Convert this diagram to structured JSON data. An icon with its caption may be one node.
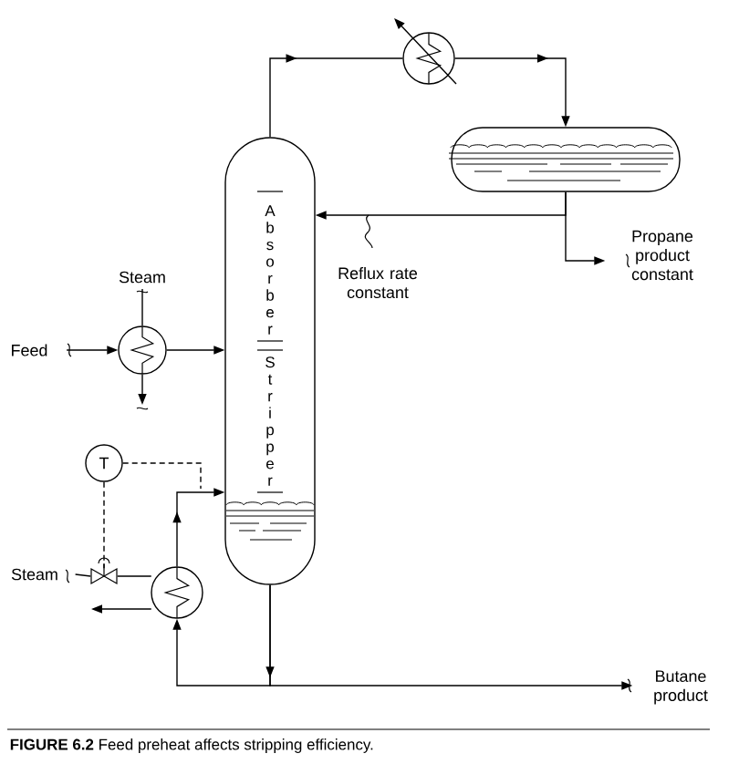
{
  "diagram": {
    "caption": "**FIGURE 6.2** Feed preheat affects stripping efficiency.",
    "nodes": [
      {
        "text": [
          "Absorber",
          "Stripper"
        ]
      },
      {
        "text": [],
        "shape": "circle"
      },
      {
        "text": [],
        "shape": "cylinder"
      },
      {
        "text": [],
        "shape": "circle"
      },
      {
        "text": [],
        "shape": "circle"
      },
      {
        "text": [
          "T"
        ]
      },
      {
        "text": [],
        "shape": "valve"
      },
      {
        "text": [
          "Feed"
        ]
      },
      {
        "text": [
          "Steam"
        ]
      },
      {
        "text": [
          "Steam"
        ]
      },
      {
        "text": [
          "Propane product constant"
        ]
      },
      {
        "text": [
          "Butane product"
        ]
      }
    ],
    "edges": [
      {
        "from": 0,
        "to": 1,
        "arrow": "to"
      },
      {
        "from": 1,
        "to": 2,
        "arrow": "to"
      },
      {
        "from": 2,
        "to": 0,
        "arrow": "to",
        "label": "Reflux rate constant"
      },
      {
        "from": 2,
        "to": 10,
        "arrow": "to"
      },
      {
        "from": 7,
        "to": 3,
        "arrow": "to"
      },
      {
        "from": 3,
        "to": 0,
        "arrow": "to"
      },
      {
        "from": 8,
        "to": 3,
        "arrow": "none"
      },
      {
        "from": 3,
        "to": null,
        "arrow": "to"
      },
      {
        "from": 5,
        "to": null,
        "arrow": "none",
        "style": "dashed"
      },
      {
        "from": 5,
        "to": 6,
        "arrow": "none",
        "style": "dashed"
      },
      {
        "from": 9,
        "to": 6,
        "arrow": "none"
      },
      {
        "from": 6,
        "to": 4,
        "arrow": "none"
      },
      {
        "from": 4,
        "to": null,
        "arrow": "to"
      },
      {
        "from": 4,
        "to": 0,
        "arrow": "to"
      },
      {
        "from": 0,
        "to": 11,
        "arrow": "to"
      },
      {
        "from": 0,
        "to": 4,
        "arrow": "to"
      }
    ]
  }
}
